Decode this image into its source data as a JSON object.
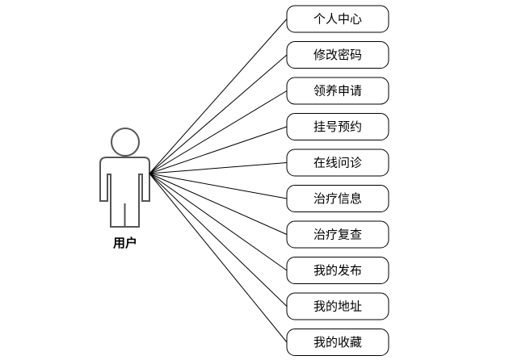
{
  "actor": {
    "label": "用户",
    "icon": "user-icon"
  },
  "use_cases": [
    {
      "label": "个人中心"
    },
    {
      "label": "修改密码"
    },
    {
      "label": "领养申请"
    },
    {
      "label": "挂号预约"
    },
    {
      "label": "在线问诊"
    },
    {
      "label": "治疗信息"
    },
    {
      "label": "治疗复查"
    },
    {
      "label": "我的发布"
    },
    {
      "label": "我的地址"
    },
    {
      "label": "我的收藏"
    }
  ]
}
